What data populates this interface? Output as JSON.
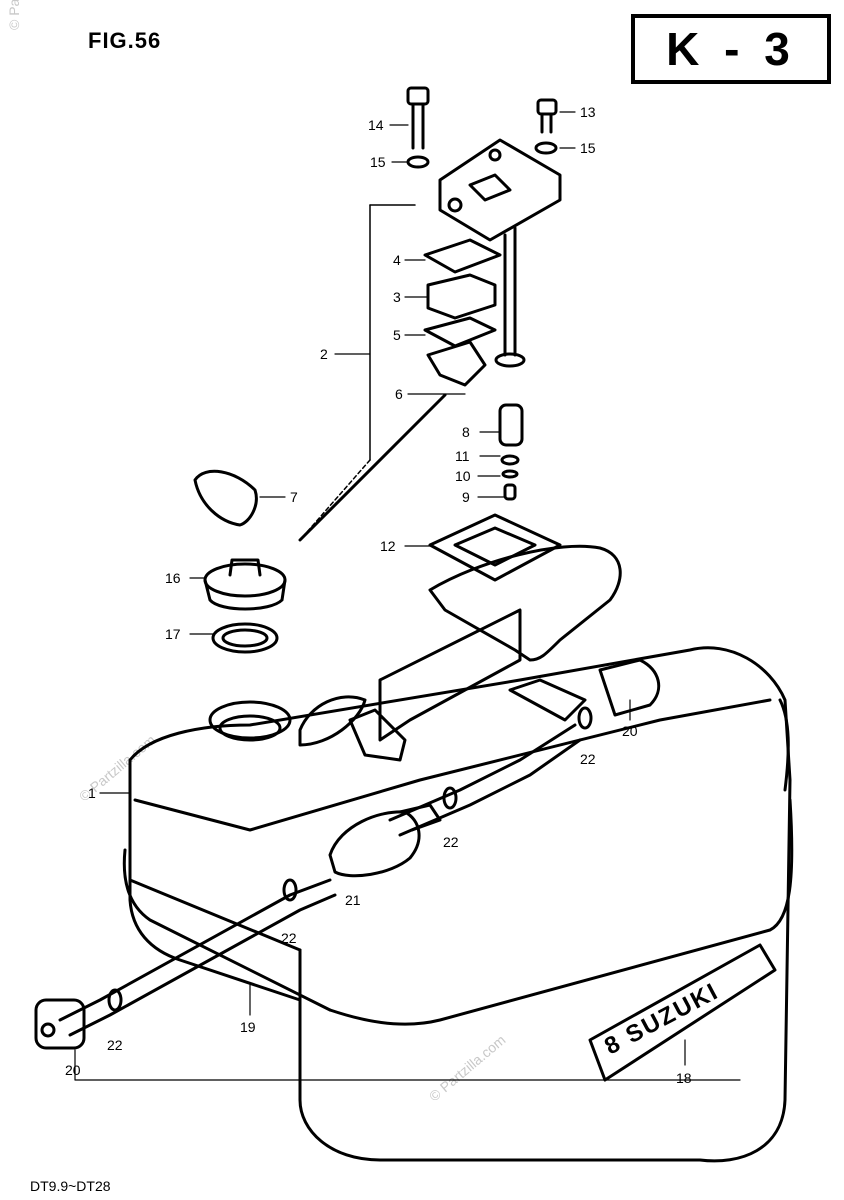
{
  "figure": {
    "title": "FIG.56",
    "code": "K - 3",
    "model": "DT9.9~DT28"
  },
  "watermark": "© Partzilla.com",
  "brand_plate": "8 SUZUKI",
  "callouts": {
    "c1": "1",
    "c2": "2",
    "c3": "3",
    "c4": "4",
    "c5": "5",
    "c6": "6",
    "c7": "7",
    "c8": "8",
    "c9": "9",
    "c10": "10",
    "c11": "11",
    "c12": "12",
    "c13": "13",
    "c14": "14",
    "c15a": "15",
    "c15b": "15",
    "c16": "16",
    "c17": "17",
    "c18": "18",
    "c19": "19",
    "c20a": "20",
    "c20b": "20",
    "c21": "21",
    "c22a": "22",
    "c22b": "22",
    "c22c": "22",
    "c22d": "22"
  }
}
